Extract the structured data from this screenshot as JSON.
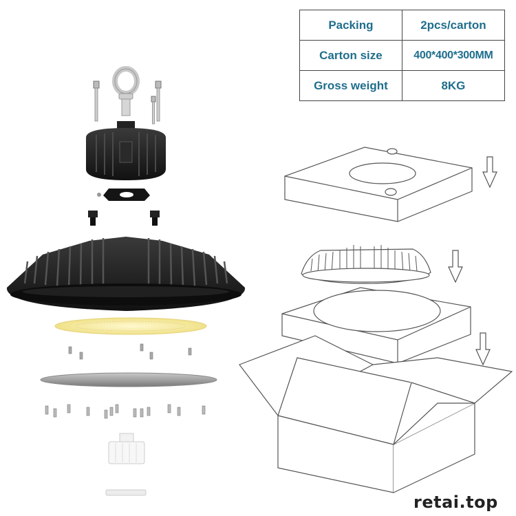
{
  "spec_table": {
    "rows": [
      {
        "label": "Packing",
        "value": "2pcs/carton"
      },
      {
        "label": "Carton size",
        "value": "400*400*300MM"
      },
      {
        "label": "Gross weight",
        "value": "8KG"
      }
    ]
  },
  "watermark": "retai.top",
  "colors": {
    "table_text": "#1f6e8c",
    "fixture_body": "#1a1a1a",
    "led_board": "#f3e79a",
    "line_art": "#555555"
  },
  "icons": [
    "eye-bolt-icon",
    "screw-icon",
    "arrow-down-icon"
  ]
}
